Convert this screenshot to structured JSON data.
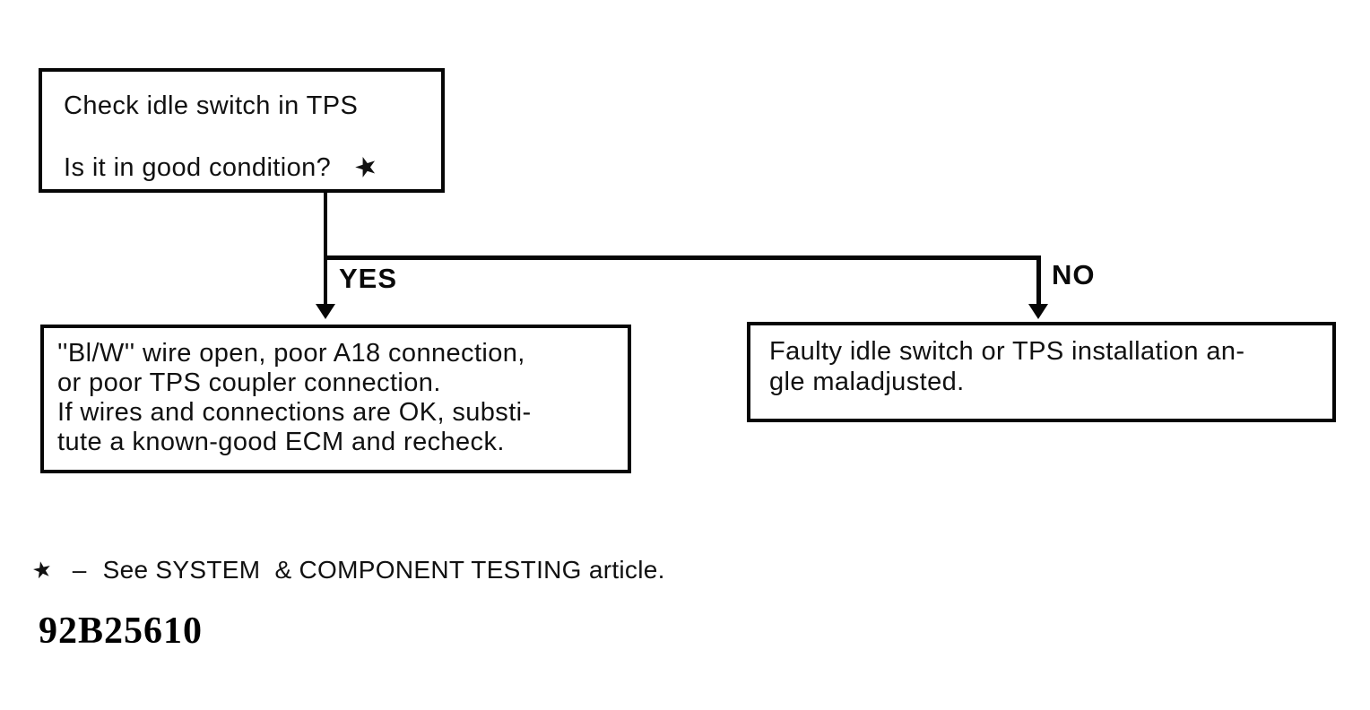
{
  "flowchart": {
    "question_box": {
      "line1": "Check idle switch in TPS",
      "line2": "Is it in good condition?",
      "footnote_marker": "★"
    },
    "branches": {
      "yes_label": "YES",
      "no_label": "NO"
    },
    "yes_result_box": {
      "lines": [
        "''Bl/W'' wire open, poor A18 connection,",
        "or poor TPS coupler connection.",
        "If wires and connections are OK, substi-",
        "tute a known-good ECM and recheck."
      ]
    },
    "no_result_box": {
      "lines": [
        "Faulty idle switch or TPS installation an-",
        "gle maladjusted."
      ]
    }
  },
  "footnote": {
    "marker": "★",
    "dash": "–",
    "text": "See SYSTEM  & COMPONENT TESTING article."
  },
  "figure_id": "92B25610",
  "colors": {
    "ink": "#060606",
    "background": "#ffffff"
  }
}
